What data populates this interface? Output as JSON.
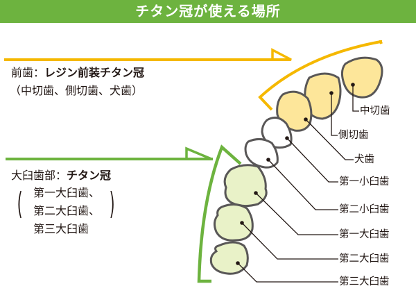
{
  "title": "チタン冠が使える場所",
  "colors": {
    "header_bg": "#6db33f",
    "front_accent": "#f5b800",
    "molar_accent": "#6db33f",
    "front_fill": "#fde69a",
    "molar_fill": "#e9f2c8",
    "outline": "#595757"
  },
  "front_group": {
    "name": "前歯：",
    "crown": "レジン前装チタン冠",
    "detail": "（中切歯、側切歯、犬歯）"
  },
  "molar_group": {
    "name": "大臼歯部：",
    "crown": "チタン冠",
    "details": [
      "第一大臼歯、",
      "第二大臼歯、",
      "第三大臼歯"
    ]
  },
  "teeth": [
    {
      "label": "中切歯",
      "group": "front"
    },
    {
      "label": "側切歯",
      "group": "front"
    },
    {
      "label": "犬歯",
      "group": "front"
    },
    {
      "label": "第一小臼歯",
      "group": "premolar"
    },
    {
      "label": "第二小臼歯",
      "group": "premolar"
    },
    {
      "label": "第一大臼歯",
      "group": "molar"
    },
    {
      "label": "第二大臼歯",
      "group": "molar"
    },
    {
      "label": "第三大臼歯",
      "group": "molar"
    }
  ]
}
